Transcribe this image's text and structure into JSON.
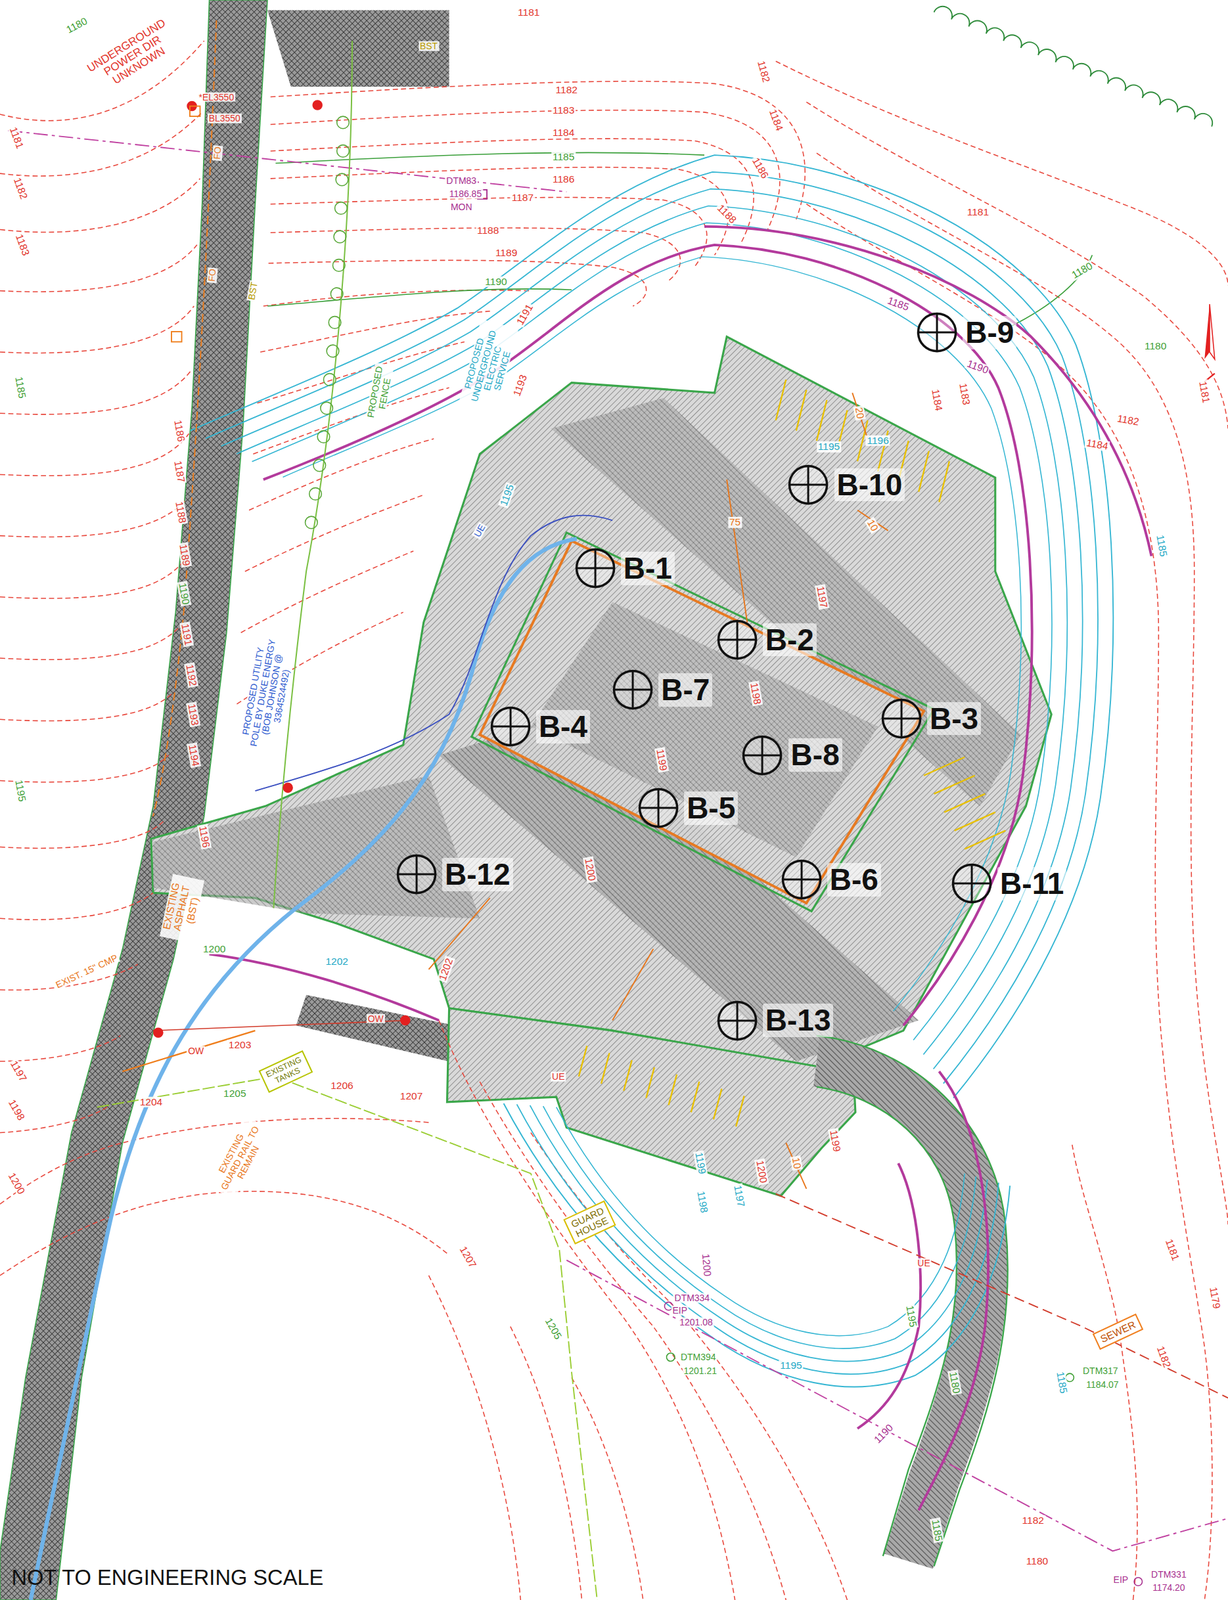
{
  "diagram": {
    "nodes": [
      {
        "text": [
          "B-9"
        ]
      },
      {
        "text": [
          "B-10"
        ]
      },
      {
        "text": [
          "B-1"
        ]
      },
      {
        "text": [
          "B-2"
        ]
      },
      {
        "text": [
          "B-7"
        ]
      },
      {
        "text": [
          "B-4"
        ]
      },
      {
        "text": [
          "B-3"
        ]
      },
      {
        "text": [
          "B-8"
        ]
      },
      {
        "text": [
          "B-5"
        ]
      },
      {
        "text": [
          "B-12"
        ]
      },
      {
        "text": [
          "B-6"
        ]
      },
      {
        "text": [
          "B-11"
        ]
      },
      {
        "text": [
          "B-13"
        ]
      },
      {
        "text": [
          "EXISTING TANKS"
        ]
      },
      {
        "text": [
          "GUARD HOUSE"
        ]
      },
      {
        "text": [
          "SEWER"
        ]
      }
    ],
    "labels": [
      "UNDERGROUND POWER DIR UNKNOWN",
      "*EL3550",
      "BL3550",
      "1180",
      "1181",
      "1182",
      "1183",
      "1184",
      "1185",
      "1186",
      "1187",
      "1188",
      "1189",
      "1190",
      "1191",
      "1193",
      "1195",
      "1182",
      "1184",
      "1186",
      "1188",
      "1181",
      "1180",
      "1180",
      "1181",
      "1182",
      "1184",
      "1185",
      "1185",
      "1190",
      "1183",
      "1184",
      "1181",
      "1182",
      "1183",
      "1185",
      "1186",
      "1187",
      "1188",
      "1189",
      "1190",
      "1191",
      "1192",
      "1193",
      "1194",
      "1195",
      "1196",
      "1197",
      "1198",
      "1200",
      "1203",
      "1204",
      "1205",
      "1206",
      "1207",
      "1207",
      "1205",
      "1200",
      "1202",
      "1200",
      "1202",
      "1199",
      "1198",
      "1197",
      "1195",
      "1196",
      "1199",
      "1198",
      "1197",
      "1200",
      "1199",
      "1200",
      "1195",
      "1195",
      "1190",
      "1185",
      "1180",
      "1185",
      "1179",
      "1181",
      "1182",
      "1182",
      "1180",
      "DTM83",
      "1186.85",
      "MON",
      "DTM334",
      "EIP",
      "1201.08",
      "DTM394",
      "1201.21",
      "DTM317",
      "1184.07",
      "DTM331",
      "EIP",
      "1174.20",
      "PROPOSED FENCE",
      "PROPOSED UNDERGROUND ELECTRIC SERVICE",
      "PROPOSED UTILITY POLE BY DUKE ENERGY (BOB JOHNSON @ 3364524492)",
      "EXISTING ASPHALT (BST)",
      "EXIST. 15\" CMP",
      "EXISTING GUARD RAIL TO REMAIN",
      "BST",
      "BST",
      "NOT TO ENGINEERING SCALE",
      "75",
      "20",
      "10",
      "10",
      "OW",
      "OW",
      "UE",
      "UE",
      "UE",
      "FO",
      "FO"
    ]
  }
}
